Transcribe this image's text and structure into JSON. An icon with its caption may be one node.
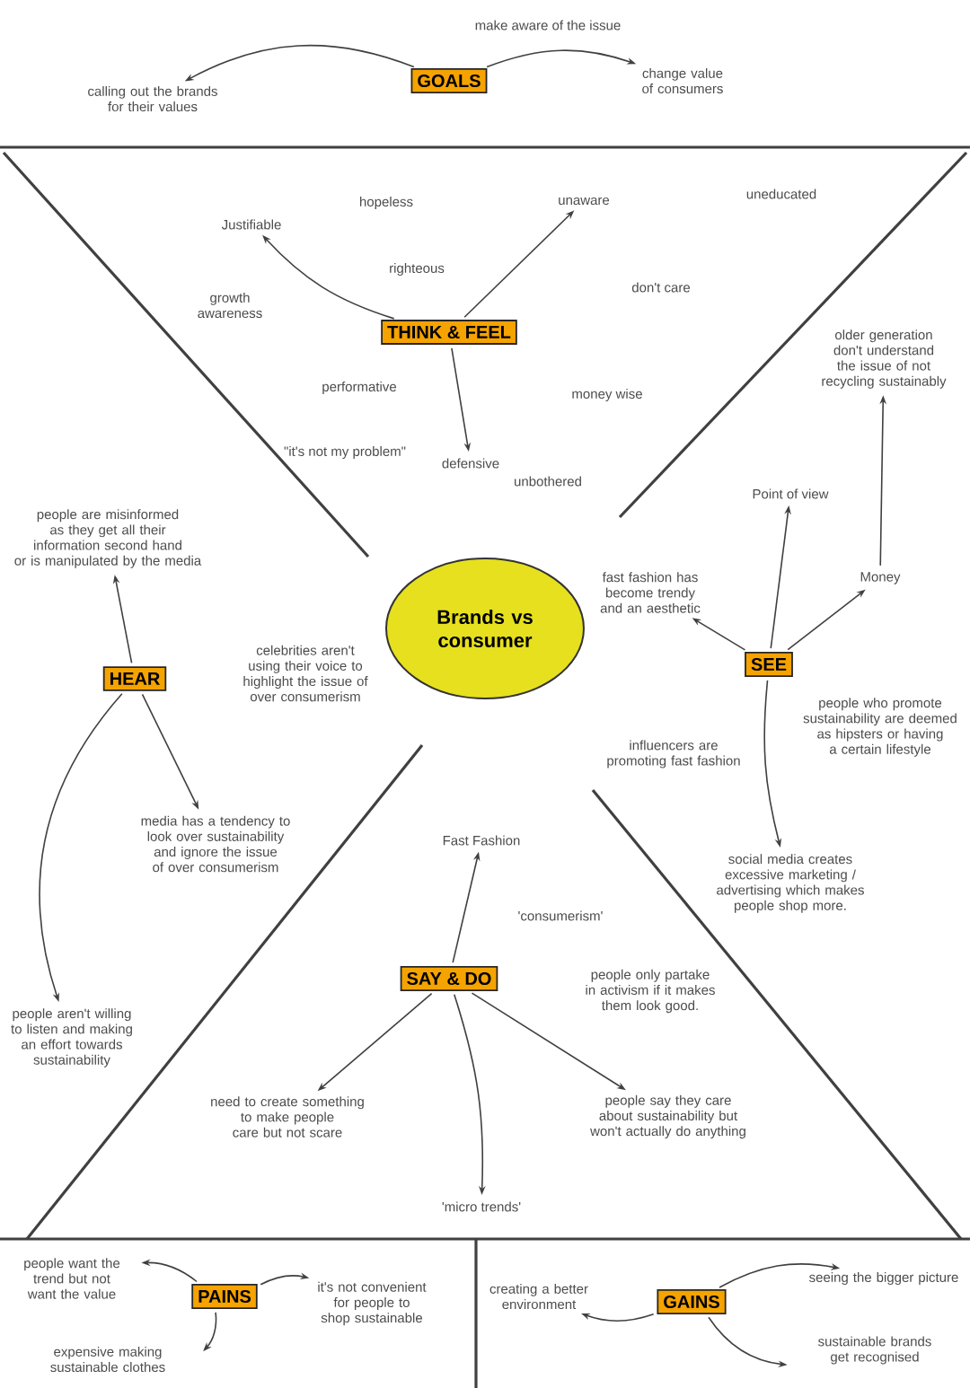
{
  "diagram": {
    "nodes": [
      {
        "text": [
          "GOALS"
        ]
      },
      {
        "text": [
          "calling out the brands for their values"
        ]
      },
      {
        "text": [
          "change value of consumers"
        ]
      },
      {
        "text": [
          "THINK & FEEL"
        ]
      },
      {
        "text": [
          "Justifiable"
        ]
      },
      {
        "text": [
          "unaware"
        ]
      },
      {
        "text": [
          "defensive"
        ]
      },
      {
        "text": [
          "HEAR"
        ]
      },
      {
        "text": [
          "people are misinformed as they get all their information second hand or is manipulated by the media"
        ]
      },
      {
        "text": [
          "media has a tendency to look over sustainability and ignore the issue of over consumerism"
        ]
      },
      {
        "text": [
          "people aren't willing to listen and making an effort towards sustainability"
        ]
      },
      {
        "text": [
          "Brands vs consumer"
        ]
      },
      {
        "text": [
          "SEE"
        ]
      },
      {
        "text": [
          "fast fashion has become trendy and an aesthetic"
        ]
      },
      {
        "text": [
          "Point of view"
        ]
      },
      {
        "text": [
          "Money"
        ]
      },
      {
        "text": [
          "older generation don't understand the issue of not recycling sustainably"
        ]
      },
      {
        "text": [
          "social media creates excessive marketing / advertising which makes people shop more."
        ]
      },
      {
        "text": [
          "SAY & DO"
        ]
      },
      {
        "text": [
          "Fast Fashion"
        ]
      },
      {
        "text": [
          "need to create something to make people care but not scare"
        ]
      },
      {
        "text": [
          "'micro trends'"
        ]
      },
      {
        "text": [
          "people say they care about sustainability but won't actually do anything"
        ]
      },
      {
        "text": [
          "PAINS"
        ]
      },
      {
        "text": [
          "people want the trend but not want the value"
        ]
      },
      {
        "text": [
          "expensive making sustainable clothes"
        ]
      },
      {
        "text": [
          "it's not convenient for people to shop sustainable"
        ]
      },
      {
        "text": [
          "GAINS"
        ]
      },
      {
        "text": [
          "creating a better environment"
        ]
      },
      {
        "text": [
          "seeing the bigger picture"
        ]
      },
      {
        "text": [
          "sustainable brands get recognised"
        ]
      }
    ],
    "edges": [
      {
        "from": 0,
        "to": 1,
        "arrow": "to"
      },
      {
        "from": 0,
        "to": 2,
        "arrow": "to"
      },
      {
        "from": 3,
        "to": 4,
        "arrow": "to"
      },
      {
        "from": 3,
        "to": 5,
        "arrow": "to"
      },
      {
        "from": 3,
        "to": 6,
        "arrow": "to"
      },
      {
        "from": 7,
        "to": 8,
        "arrow": "to"
      },
      {
        "from": 7,
        "to": 9,
        "arrow": "to"
      },
      {
        "from": 7,
        "to": 10,
        "arrow": "to"
      },
      {
        "from": 12,
        "to": 13,
        "arrow": "to"
      },
      {
        "from": 12,
        "to": 14,
        "arrow": "to"
      },
      {
        "from": 12,
        "to": 15,
        "arrow": "to"
      },
      {
        "from": 12,
        "to": 17,
        "arrow": "to"
      },
      {
        "from": 15,
        "to": 16,
        "arrow": "to"
      },
      {
        "from": 18,
        "to": 19,
        "arrow": "to"
      },
      {
        "from": 18,
        "to": 20,
        "arrow": "to"
      },
      {
        "from": 18,
        "to": 21,
        "arrow": "to"
      },
      {
        "from": 18,
        "to": 22,
        "arrow": "to"
      },
      {
        "from": 23,
        "to": 24,
        "arrow": "to"
      },
      {
        "from": 23,
        "to": 25,
        "arrow": "to"
      },
      {
        "from": 23,
        "to": 26,
        "arrow": "to"
      },
      {
        "from": 27,
        "to": 28,
        "arrow": "to"
      },
      {
        "from": 27,
        "to": 29,
        "arrow": "to"
      },
      {
        "from": 27,
        "to": 30,
        "arrow": "to"
      }
    ],
    "labels": [
      "make aware of the issue",
      "hopeless",
      "uneducated",
      "righteous",
      "growth awareness",
      "don't care",
      "performative",
      "money wise",
      "\"it's not my problem\"",
      "unbothered",
      "celebrities aren't using their voice to highlight the issue of over consumerism",
      "influencers are promoting fast fashion",
      "people who promote sustainability are deemed as hipsters or having a certain lifestyle",
      "'consumerism'",
      "people only partake in activism if it makes them look good."
    ]
  }
}
